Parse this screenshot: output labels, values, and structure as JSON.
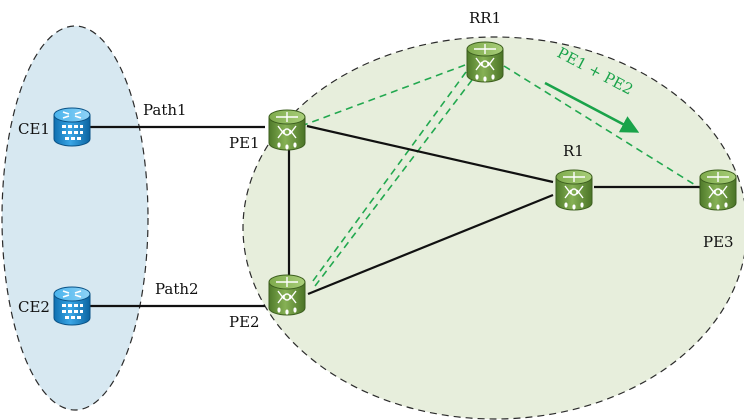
{
  "colors": {
    "customer_region_fill": "#d7e8f1",
    "provider_region_fill": "#e7eedc",
    "region_border": "#2b2b2b",
    "link": "#111111",
    "ibgp_dashed": "#22a84f",
    "advert_arrow": "#1aa34a",
    "router_green": "#6b9a3e",
    "router_blue": "#1f8ed0"
  },
  "nodes": {
    "ce1": {
      "label": "CE1",
      "icon": "router-icon",
      "kind": "customer-edge"
    },
    "ce2": {
      "label": "CE2",
      "icon": "router-icon",
      "kind": "customer-edge"
    },
    "pe1": {
      "label": "PE1",
      "icon": "switch-icon",
      "kind": "provider-edge"
    },
    "pe2": {
      "label": "PE2",
      "icon": "switch-icon",
      "kind": "provider-edge"
    },
    "pe3": {
      "label": "PE3",
      "icon": "switch-icon",
      "kind": "provider-edge"
    },
    "rr1": {
      "label": "RR1",
      "icon": "switch-icon",
      "kind": "route-reflector"
    },
    "r1": {
      "label": "R1",
      "icon": "switch-icon",
      "kind": "router"
    }
  },
  "links": {
    "path1": {
      "label": "Path1"
    },
    "path2": {
      "label": "Path2"
    }
  },
  "annotation": {
    "advertisement": "PE1 + PE2"
  }
}
